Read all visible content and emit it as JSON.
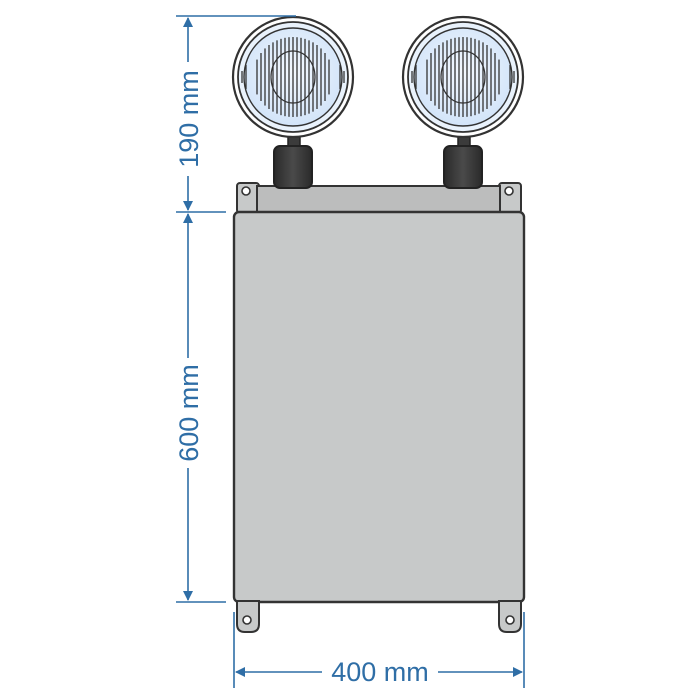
{
  "dimensions": {
    "lamp_height": "190 mm",
    "body_height": "600 mm",
    "body_width": "400 mm"
  },
  "colors": {
    "dimension": "#2f6ea6",
    "outline": "#333333",
    "body_fill": "#c7c9c9",
    "top_strip": "#bcbdbd",
    "lamp_stem": "#3b3b3b",
    "lens": "#dbeafc"
  },
  "parts": {
    "lamps": [
      "left",
      "right"
    ],
    "mounting_tabs": [
      "top-left",
      "top-right",
      "bottom-left",
      "bottom-right"
    ]
  }
}
